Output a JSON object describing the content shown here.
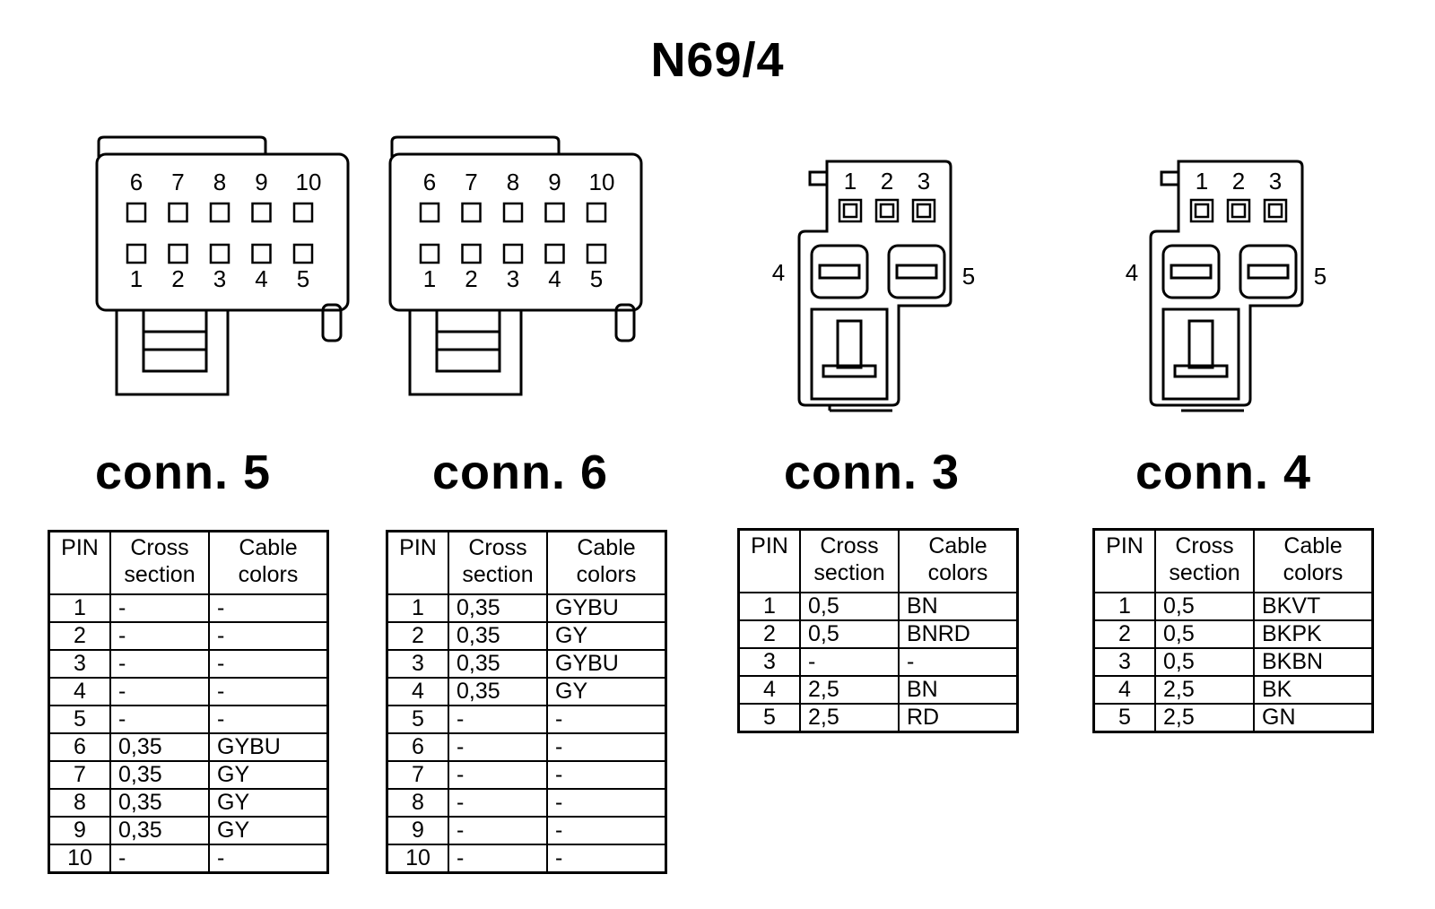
{
  "title": "N69/4",
  "headers": {
    "pin": "PIN",
    "cross_section": "Cross section",
    "cable_colors": "Cable colors"
  },
  "connectors": [
    {
      "label": "conn. 5",
      "top_pins": [
        "6",
        "7",
        "8",
        "9",
        "10"
      ],
      "bottom_pins": [
        "1",
        "2",
        "3",
        "4",
        "5"
      ],
      "rows": [
        {
          "pin": "1",
          "cross_section": "-",
          "cable_colors": "-"
        },
        {
          "pin": "2",
          "cross_section": "-",
          "cable_colors": "-"
        },
        {
          "pin": "3",
          "cross_section": "-",
          "cable_colors": "-"
        },
        {
          "pin": "4",
          "cross_section": "-",
          "cable_colors": "-"
        },
        {
          "pin": "5",
          "cross_section": "-",
          "cable_colors": "-"
        },
        {
          "pin": "6",
          "cross_section": "0,35",
          "cable_colors": "GYBU"
        },
        {
          "pin": "7",
          "cross_section": "0,35",
          "cable_colors": "GY"
        },
        {
          "pin": "8",
          "cross_section": "0,35",
          "cable_colors": "GY"
        },
        {
          "pin": "9",
          "cross_section": "0,35",
          "cable_colors": "GY"
        },
        {
          "pin": "10",
          "cross_section": "-",
          "cable_colors": "-"
        }
      ]
    },
    {
      "label": "conn. 6",
      "top_pins": [
        "6",
        "7",
        "8",
        "9",
        "10"
      ],
      "bottom_pins": [
        "1",
        "2",
        "3",
        "4",
        "5"
      ],
      "rows": [
        {
          "pin": "1",
          "cross_section": "0,35",
          "cable_colors": "GYBU"
        },
        {
          "pin": "2",
          "cross_section": "0,35",
          "cable_colors": "GY"
        },
        {
          "pin": "3",
          "cross_section": "0,35",
          "cable_colors": "GYBU"
        },
        {
          "pin": "4",
          "cross_section": "0,35",
          "cable_colors": "GY"
        },
        {
          "pin": "5",
          "cross_section": "-",
          "cable_colors": "-"
        },
        {
          "pin": "6",
          "cross_section": "-",
          "cable_colors": "-"
        },
        {
          "pin": "7",
          "cross_section": "-",
          "cable_colors": "-"
        },
        {
          "pin": "8",
          "cross_section": "-",
          "cable_colors": "-"
        },
        {
          "pin": "9",
          "cross_section": "-",
          "cable_colors": "-"
        },
        {
          "pin": "10",
          "cross_section": "-",
          "cable_colors": "-"
        }
      ]
    },
    {
      "label": "conn. 3",
      "top_pins": [
        "1",
        "2",
        "3"
      ],
      "side_pins": [
        "4",
        "5"
      ],
      "rows": [
        {
          "pin": "1",
          "cross_section": "0,5",
          "cable_colors": "BN"
        },
        {
          "pin": "2",
          "cross_section": "0,5",
          "cable_colors": "BNRD"
        },
        {
          "pin": "3",
          "cross_section": "-",
          "cable_colors": "-"
        },
        {
          "pin": "4",
          "cross_section": "2,5",
          "cable_colors": "BN"
        },
        {
          "pin": "5",
          "cross_section": "2,5",
          "cable_colors": "RD"
        }
      ]
    },
    {
      "label": "conn. 4",
      "top_pins": [
        "1",
        "2",
        "3"
      ],
      "side_pins": [
        "4",
        "5"
      ],
      "rows": [
        {
          "pin": "1",
          "cross_section": "0,5",
          "cable_colors": "BKVT"
        },
        {
          "pin": "2",
          "cross_section": "0,5",
          "cable_colors": "BKPK"
        },
        {
          "pin": "3",
          "cross_section": "0,5",
          "cable_colors": "BKBN"
        },
        {
          "pin": "4",
          "cross_section": "2,5",
          "cable_colors": "BK"
        },
        {
          "pin": "5",
          "cross_section": "2,5",
          "cable_colors": "GN"
        }
      ]
    }
  ]
}
